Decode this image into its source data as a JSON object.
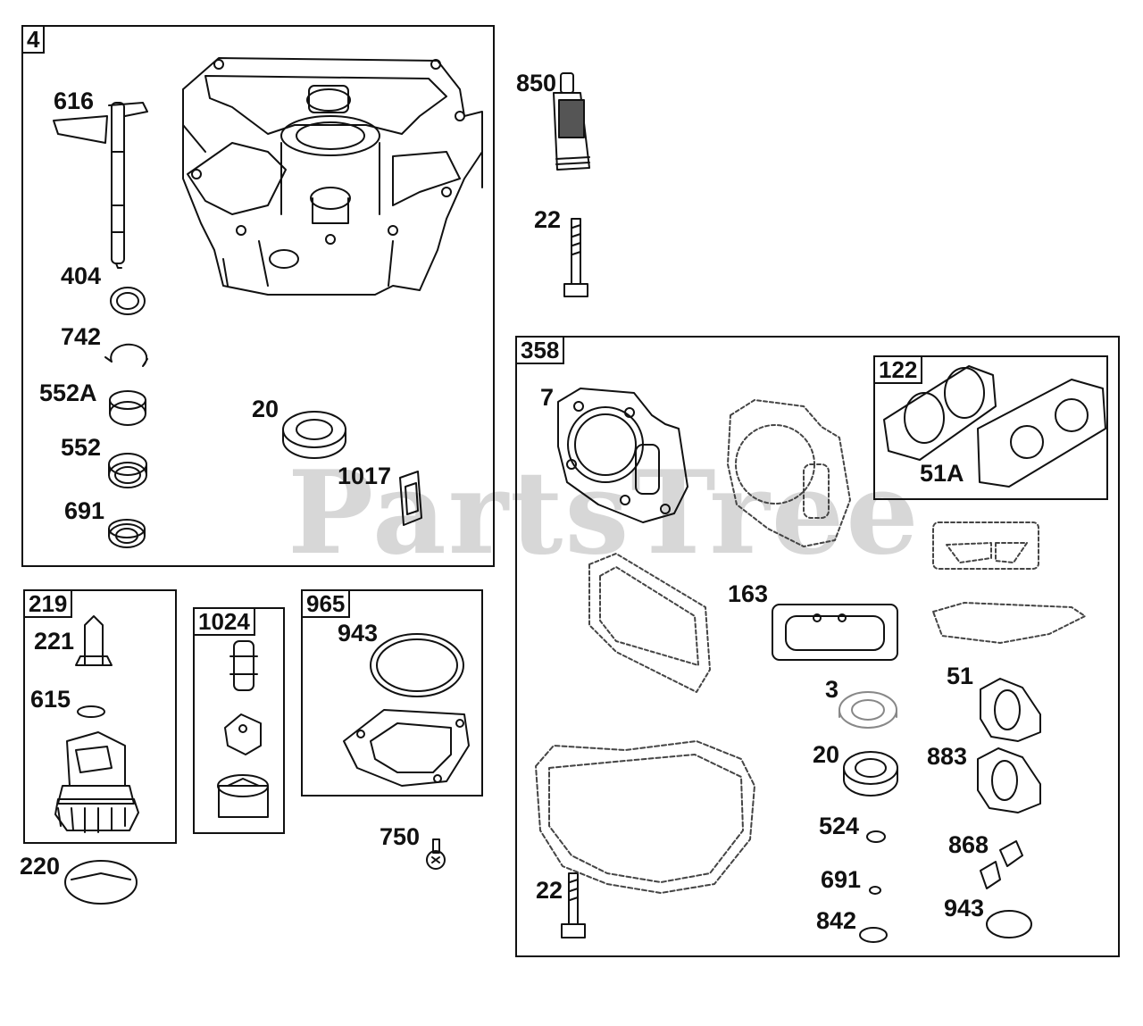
{
  "watermark": "PartsTree",
  "groups": {
    "g4": "4",
    "g358": "358",
    "g122": "122",
    "g219": "219",
    "g1024": "1024",
    "g965": "965"
  },
  "labels": {
    "l616": "616",
    "l404": "404",
    "l742": "742",
    "l552A": "552A",
    "l552": "552",
    "l691a": "691",
    "l20a": "20",
    "l1017": "1017",
    "l850": "850",
    "l22a": "22",
    "l7": "7",
    "l51A": "51A",
    "l163": "163",
    "l3": "3",
    "l51": "51",
    "l20b": "20",
    "l883": "883",
    "l524": "524",
    "l868": "868",
    "l691b": "691",
    "l842": "842",
    "l943b": "943",
    "l22b": "22",
    "l221": "221",
    "l615": "615",
    "l220": "220",
    "l943a": "943",
    "l750": "750"
  }
}
